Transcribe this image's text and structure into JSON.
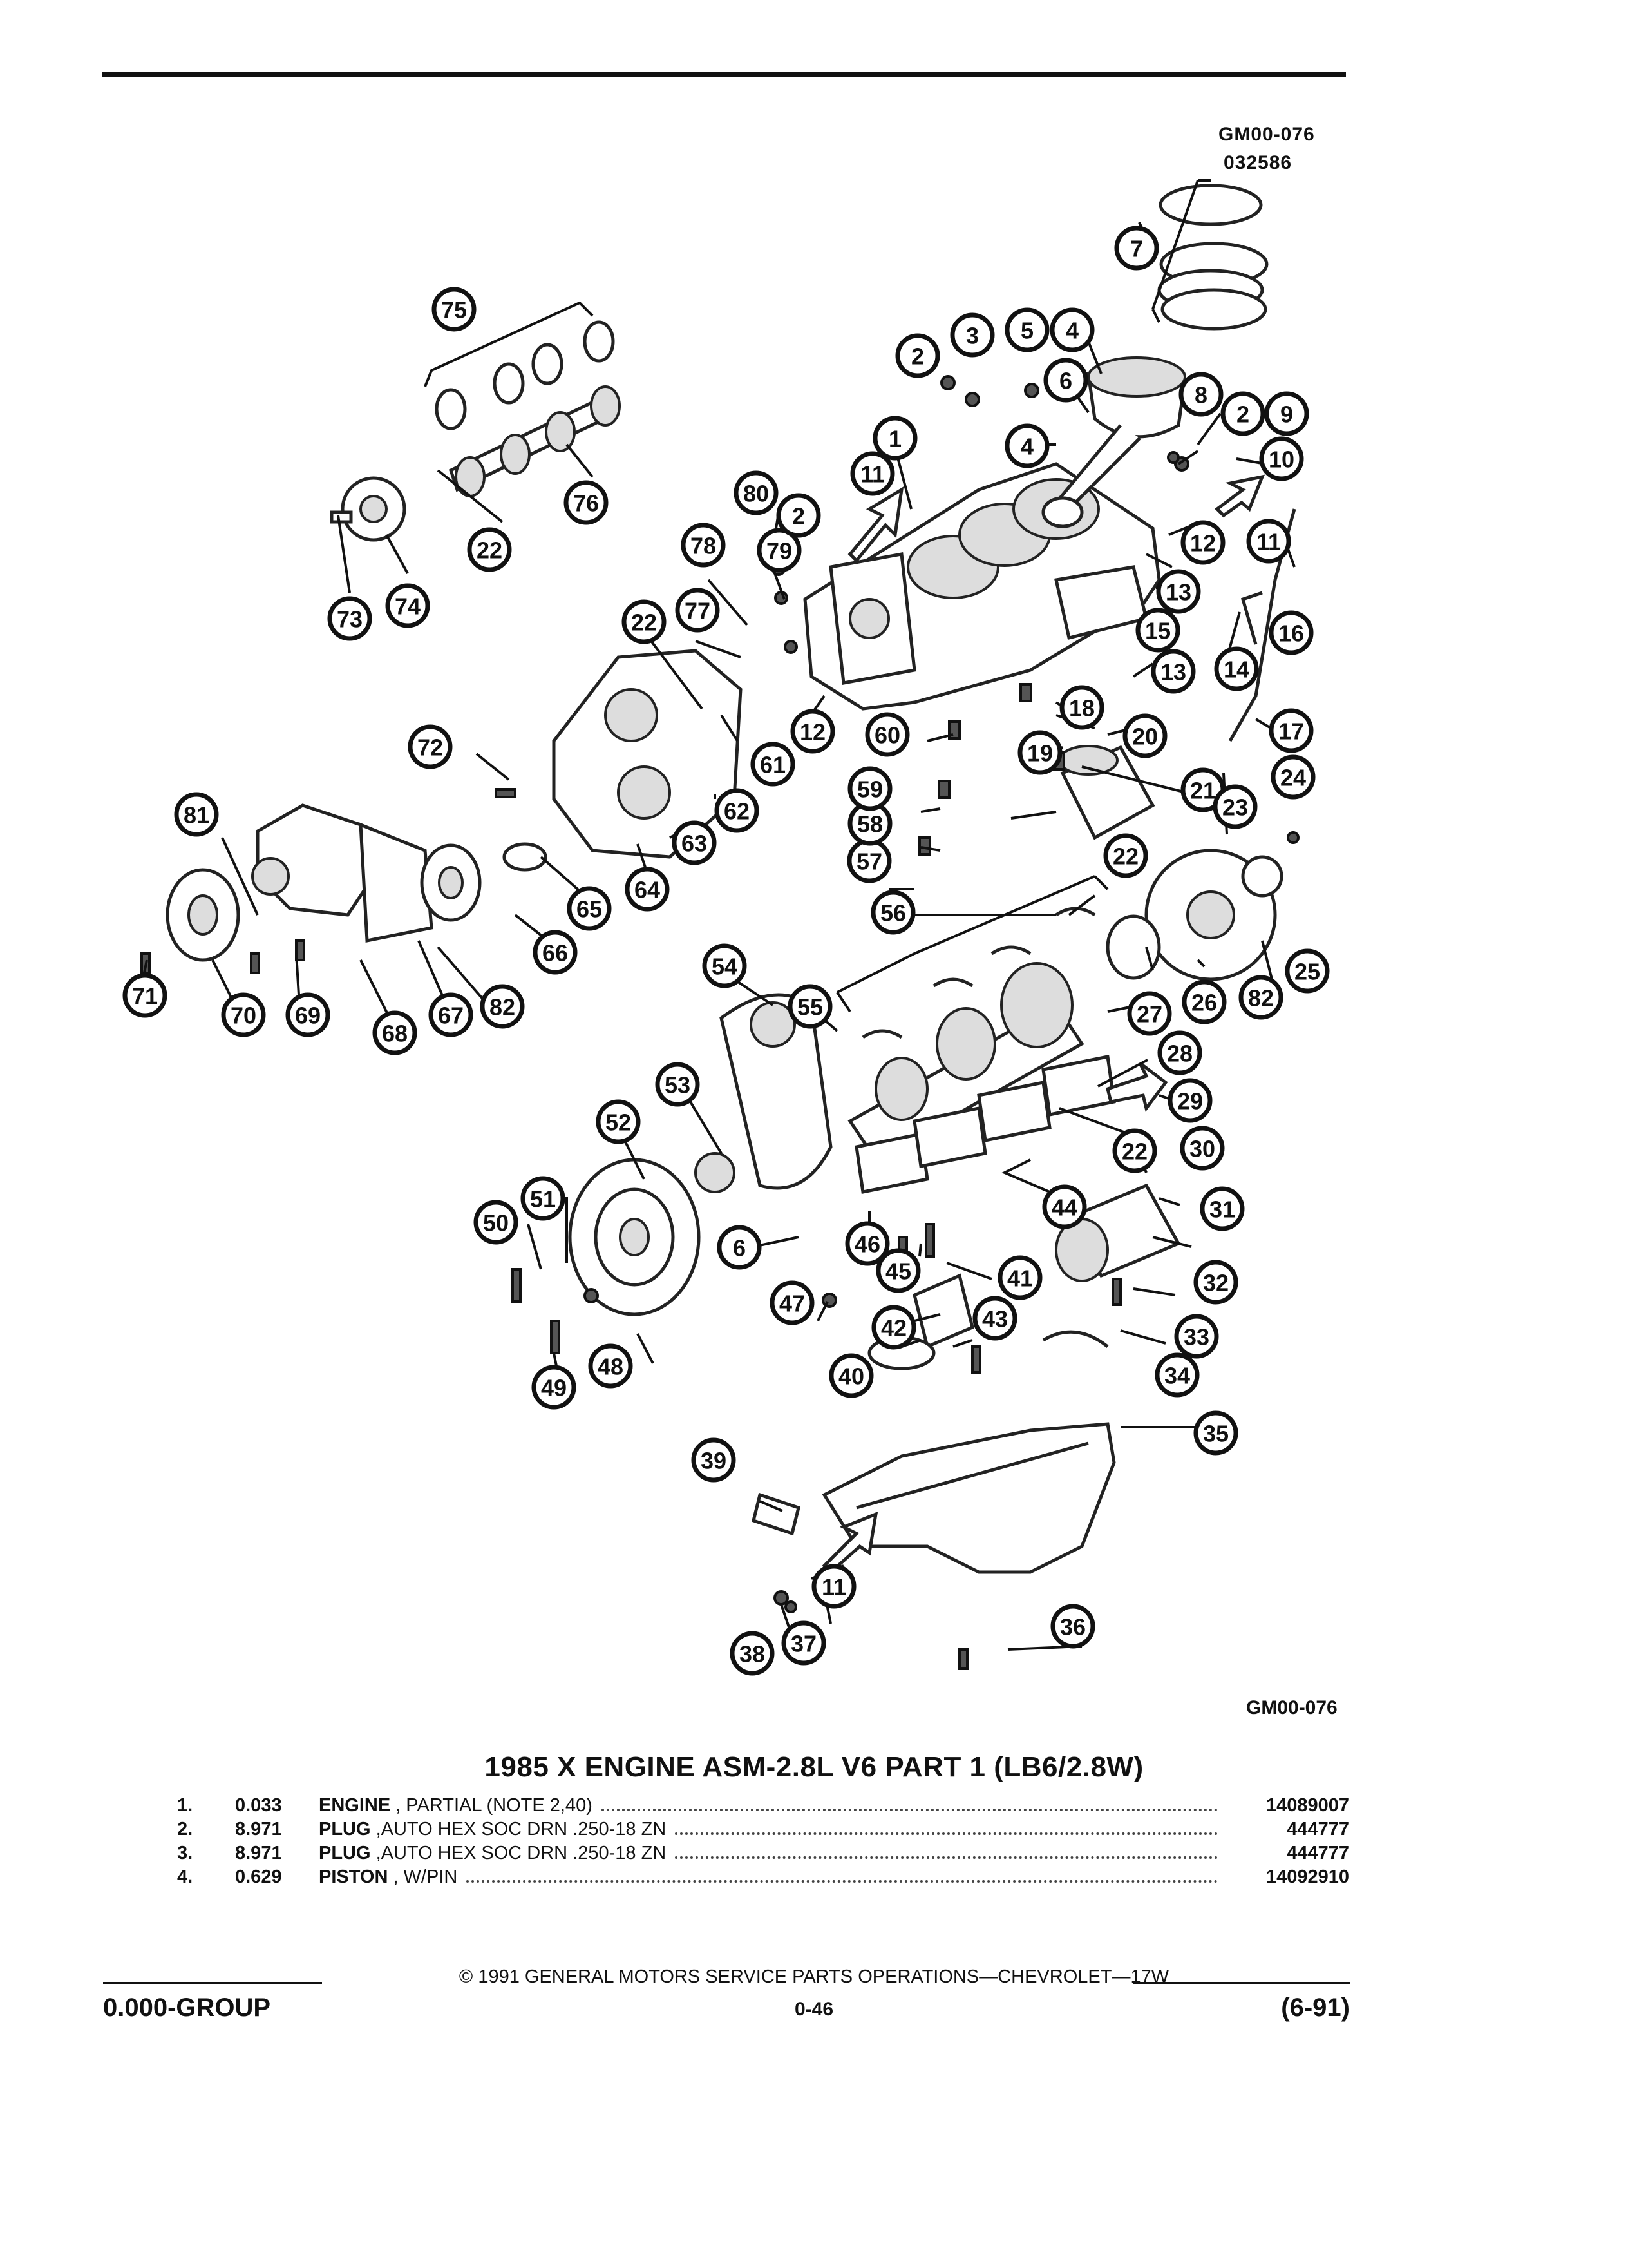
{
  "header": {
    "figure_code": "GM00-076",
    "figure_date": "032586"
  },
  "diagram": {
    "figure_code_bottom": "GM00-076",
    "callouts": [
      {
        "n": "1"
      },
      {
        "n": "2"
      },
      {
        "n": "3"
      },
      {
        "n": "5"
      },
      {
        "n": "4"
      },
      {
        "n": "6"
      },
      {
        "n": "7"
      },
      {
        "n": "8"
      },
      {
        "n": "2"
      },
      {
        "n": "9"
      },
      {
        "n": "10"
      },
      {
        "n": "4"
      },
      {
        "n": "11"
      },
      {
        "n": "12"
      },
      {
        "n": "11"
      },
      {
        "n": "13"
      },
      {
        "n": "15"
      },
      {
        "n": "16"
      },
      {
        "n": "14"
      },
      {
        "n": "13"
      },
      {
        "n": "18"
      },
      {
        "n": "17"
      },
      {
        "n": "19"
      },
      {
        "n": "20"
      },
      {
        "n": "21"
      },
      {
        "n": "23"
      },
      {
        "n": "24"
      },
      {
        "n": "22"
      },
      {
        "n": "25"
      },
      {
        "n": "82"
      },
      {
        "n": "26"
      },
      {
        "n": "27"
      },
      {
        "n": "28"
      },
      {
        "n": "29"
      },
      {
        "n": "30"
      },
      {
        "n": "22"
      },
      {
        "n": "31"
      },
      {
        "n": "32"
      },
      {
        "n": "33"
      },
      {
        "n": "34"
      },
      {
        "n": "35"
      },
      {
        "n": "36"
      },
      {
        "n": "37"
      },
      {
        "n": "38"
      },
      {
        "n": "11"
      },
      {
        "n": "39"
      },
      {
        "n": "40"
      },
      {
        "n": "43"
      },
      {
        "n": "42"
      },
      {
        "n": "41"
      },
      {
        "n": "44"
      },
      {
        "n": "45"
      },
      {
        "n": "46"
      },
      {
        "n": "6"
      },
      {
        "n": "47"
      },
      {
        "n": "48"
      },
      {
        "n": "49"
      },
      {
        "n": "50"
      },
      {
        "n": "51"
      },
      {
        "n": "52"
      },
      {
        "n": "53"
      },
      {
        "n": "54"
      },
      {
        "n": "55"
      },
      {
        "n": "56"
      },
      {
        "n": "57"
      },
      {
        "n": "58"
      },
      {
        "n": "59"
      },
      {
        "n": "60"
      },
      {
        "n": "12"
      },
      {
        "n": "61"
      },
      {
        "n": "62"
      },
      {
        "n": "63"
      },
      {
        "n": "64"
      },
      {
        "n": "65"
      },
      {
        "n": "66"
      },
      {
        "n": "82"
      },
      {
        "n": "67"
      },
      {
        "n": "68"
      },
      {
        "n": "69"
      },
      {
        "n": "70"
      },
      {
        "n": "71"
      },
      {
        "n": "81"
      },
      {
        "n": "72"
      },
      {
        "n": "22"
      },
      {
        "n": "77"
      },
      {
        "n": "78"
      },
      {
        "n": "79"
      },
      {
        "n": "80"
      },
      {
        "n": "2"
      },
      {
        "n": "73"
      },
      {
        "n": "74"
      },
      {
        "n": "22"
      },
      {
        "n": "75"
      },
      {
        "n": "76"
      }
    ]
  },
  "caption": "1985 X ENGINE ASM-2.8L V6 PART 1 (LB6/2.8W)",
  "parts_list": [
    {
      "no": "1.",
      "qty": "0.033",
      "name": "ENGINE",
      "desc": ", PARTIAL (NOTE 2,40)",
      "part_number": "14089007"
    },
    {
      "no": "2.",
      "qty": "8.971",
      "name": "PLUG",
      "desc": ",AUTO HEX SOC DRN .250-18 ZN",
      "part_number": "444777"
    },
    {
      "no": "3.",
      "qty": "8.971",
      "name": "PLUG",
      "desc": ",AUTO HEX SOC DRN .250-18 ZN",
      "part_number": "444777"
    },
    {
      "no": "4.",
      "qty": "0.629",
      "name": "PISTON",
      "desc": ", W/PIN",
      "part_number": "14092910"
    }
  ],
  "footer": {
    "copyright": "© 1991 GENERAL MOTORS SERVICE PARTS OPERATIONS—CHEVROLET—17W",
    "group": "0.000-GROUP",
    "page": "0-46",
    "revision": "(6-91)"
  }
}
